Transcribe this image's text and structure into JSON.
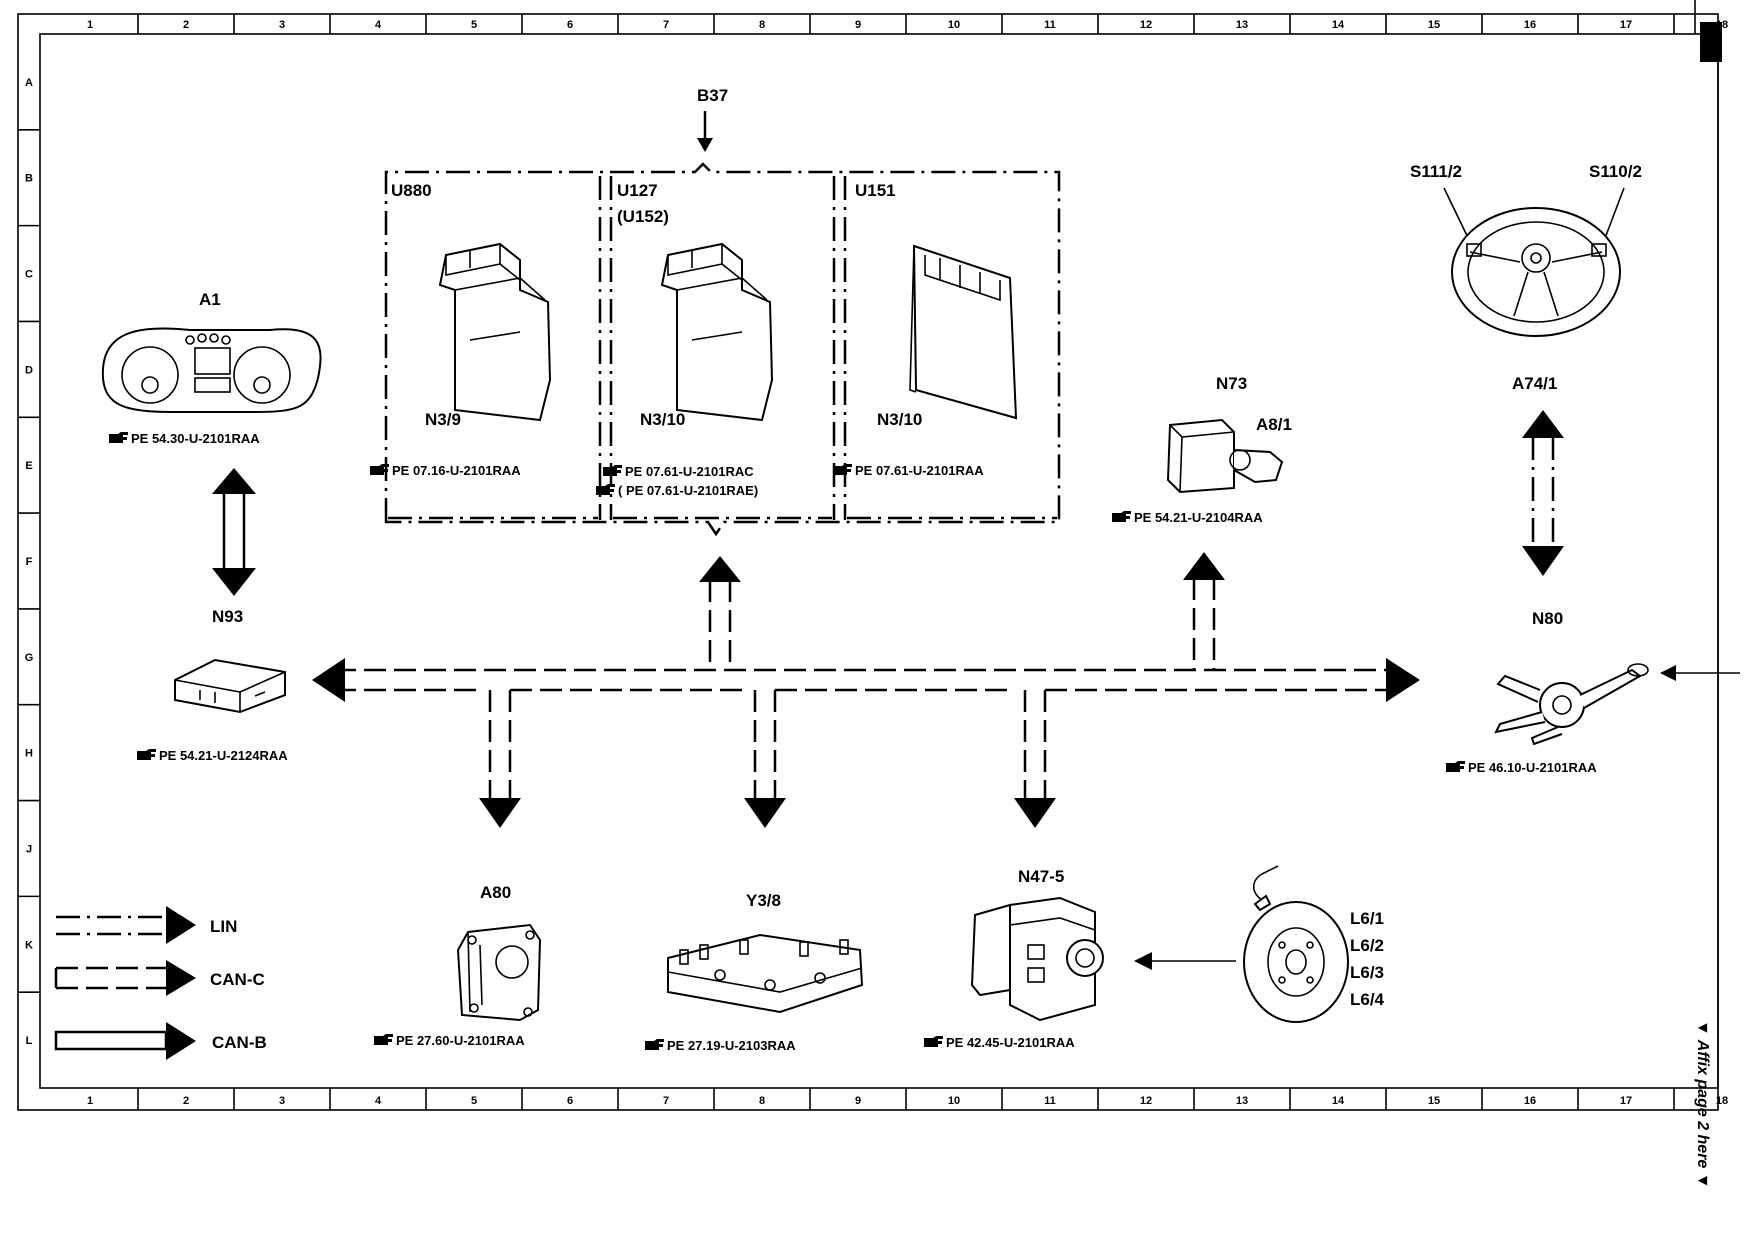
{
  "grid": {
    "columns": [
      "1",
      "2",
      "3",
      "4",
      "5",
      "6",
      "7",
      "8",
      "9",
      "10",
      "11",
      "12",
      "13",
      "14",
      "15",
      "16",
      "17",
      "18"
    ],
    "rows": [
      "A",
      "B",
      "C",
      "D",
      "E",
      "F",
      "G",
      "H",
      "J",
      "K",
      "L"
    ]
  },
  "gateway": {
    "label": "B37"
  },
  "modules": {
    "u880": {
      "variant": "U880",
      "label": "N3/9",
      "ref": "PE 07.16-U-2101RAA"
    },
    "u127": {
      "variant": "U127",
      "variant_alt": "(U152)",
      "label": "N3/10",
      "ref": "PE 07.61-U-2101RAC",
      "ref_alt": "(      PE 07.61-U-2101RAE)"
    },
    "u151": {
      "variant": "U151",
      "label": "N3/10",
      "ref": "PE 07.61-U-2101RAA"
    },
    "a1": {
      "label": "A1",
      "ref": "PE 54.30-U-2101RAA"
    },
    "n93": {
      "label": "N93",
      "ref": "PE 54.21-U-2124RAA"
    },
    "n73": {
      "label": "N73",
      "sub_label": "A8/1",
      "ref": "PE 54.21-U-2104RAA"
    },
    "a74": {
      "label": "A74/1",
      "left_label": "S111/2",
      "right_label": "S110/2"
    },
    "n80": {
      "label": "N80",
      "ref": "PE 46.10-U-2101RAA"
    },
    "a80": {
      "label": "A80",
      "ref": "PE 27.60-U-2101RAA"
    },
    "y3": {
      "label": "Y3/8",
      "ref": "PE 27.19-U-2103RAA"
    },
    "n47": {
      "label": "N47-5",
      "ref": "PE 42.45-U-2101RAA"
    },
    "l6": {
      "labels": [
        "L6/1",
        "L6/2",
        "L6/3",
        "L6/4"
      ]
    }
  },
  "legend": [
    {
      "style": "dashdot",
      "label": "LIN"
    },
    {
      "style": "dash",
      "label": "CAN-C"
    },
    {
      "style": "solid",
      "label": "CAN-B"
    }
  ],
  "side_note": "▼ Affix page 2 here ▼"
}
